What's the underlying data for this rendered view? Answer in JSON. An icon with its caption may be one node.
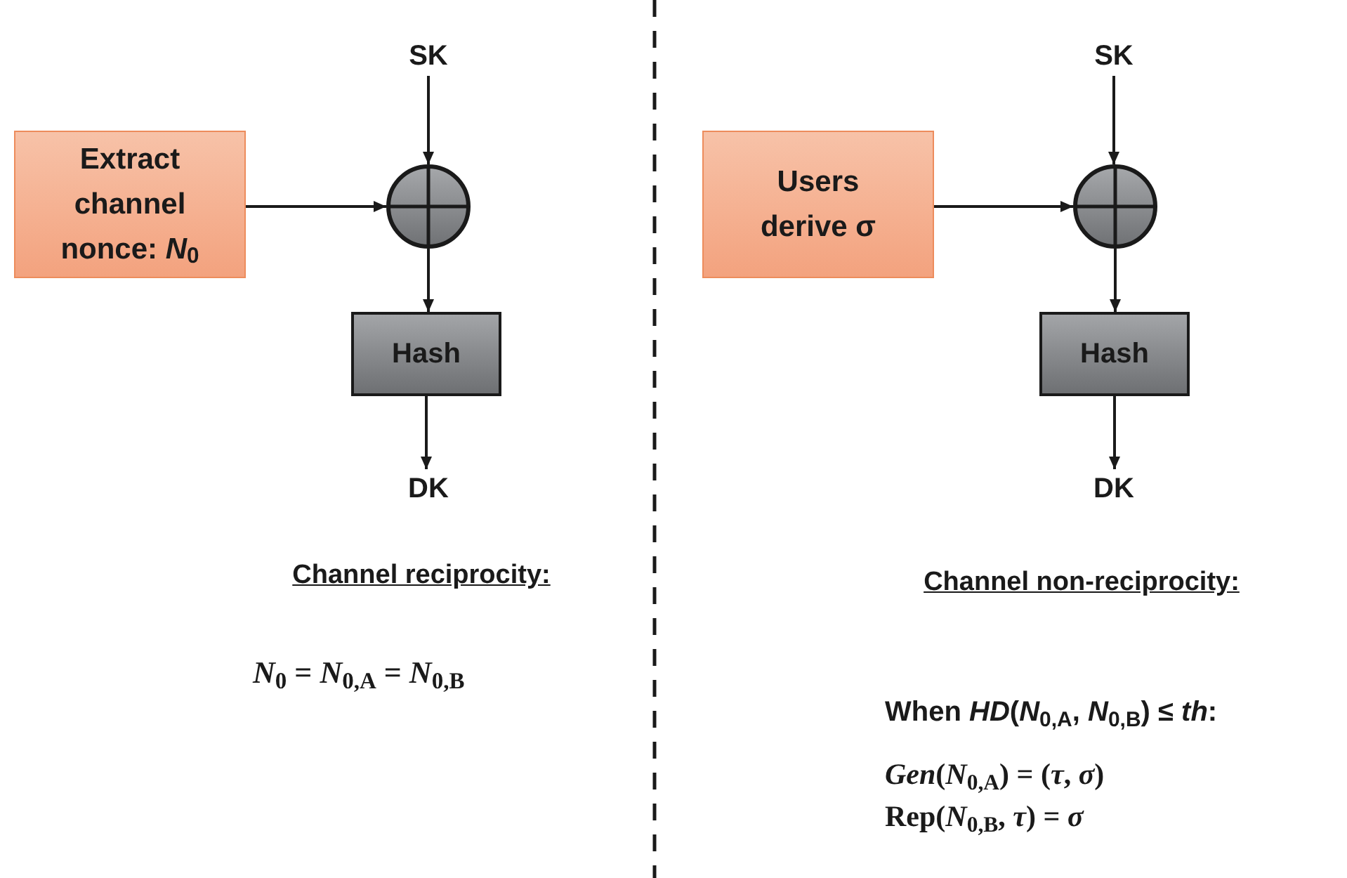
{
  "diagram": {
    "nodes": [
      {
        "text": [
          "SK"
        ]
      },
      {
        "text": [
          "Extract channel nonce: *N*$_{0}$"
        ]
      },
      {
        "text": [],
        "shape": "circle"
      },
      {
        "text": [
          "Hash"
        ]
      },
      {
        "text": [
          "DK"
        ]
      },
      {
        "text": [
          "SK"
        ]
      },
      {
        "text": [
          "Users derive σ"
        ]
      },
      {
        "text": [],
        "shape": "circle"
      },
      {
        "text": [
          "Hash"
        ]
      },
      {
        "text": [
          "DK"
        ]
      }
    ],
    "edges": [
      {
        "from": 0,
        "to": 2,
        "arrow": "to"
      },
      {
        "from": 1,
        "to": 2,
        "arrow": "to"
      },
      {
        "from": 2,
        "to": 3,
        "arrow": "to"
      },
      {
        "from": 3,
        "to": 4,
        "arrow": "to"
      },
      {
        "from": 5,
        "to": 7,
        "arrow": "to"
      },
      {
        "from": 6,
        "to": 7,
        "arrow": "to"
      },
      {
        "from": 7,
        "to": 8,
        "arrow": "to"
      },
      {
        "from": 8,
        "to": 9,
        "arrow": "to"
      }
    ],
    "labels": [
      "Channel reciprocity:",
      "*N*$_{0}$ = *N*$_{0,A}$ = *N*$_{0,B}$",
      "Channel non-reciprocity:",
      "When *HD*(*N*$_{0,A}$, *N*$_{0,B}$) ≤ *th*:",
      "*Gen*(*N*$_{0,A}$) = (*τ*, *σ*)",
      "Rep(*N*$_{0,B}$, *τ*) = *σ*"
    ]
  }
}
